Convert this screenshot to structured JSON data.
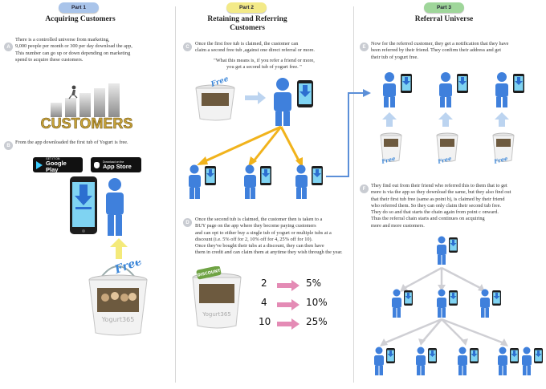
{
  "parts": [
    {
      "pill": "Part 1",
      "title": "Acquiring Customers",
      "pill_color": "#a9c4ea"
    },
    {
      "pill": "Part 2",
      "title": "Retaining and Referring Customers",
      "pill_color": "#f3ea88"
    },
    {
      "pill": "Part 3",
      "title": "Referral Universe",
      "pill_color": "#9fd69a"
    }
  ],
  "steps": {
    "a": {
      "letter": "A",
      "text": "There is a controlled universe from marketing,\n9,000 people per month or 300 per day download the app,\nThis number can go up or down depending on marketing\nspend to acquire these customers."
    },
    "b": {
      "letter": "B",
      "text": "From the app downloaded the first tub of Yogurt is free."
    },
    "c": {
      "letter": "C",
      "text": "Once the first free tub is claimed, the customer can\nclaim a second free tub ,against one direct referral or more.",
      "quote": "\"What this means is, if you refer a friend or more,\nyou get a second tub of yogurt free. \""
    },
    "d": {
      "letter": "D",
      "text": "Once the second tub is claimed, the customer then is taken to a\nBUY page on the app where they become paying customers\nand can opt to either buy a single tub of yogurt or multiple tubs at a\ndiscount (i.e. 5% off for 2, 10% off for 4, 25% off for 10).\nOnce they've bought their tubs at a discount, they can then have\nthem in credit and can claim them at anytime they wish through the year."
    },
    "e": {
      "letter": "E",
      "text": "Now for the referred customer, they get a notification that they have\nbeen referred by their friend. They confirm their address and get\ntheir tub of yogurt free."
    },
    "f": {
      "letter": "F",
      "text": "They find out from their friend who referred this to them that to get\nmore is via the app so they download the same, but they also find out\nthat their first tub free (same as point b), is claimed by their friend\nwho referred them. So they can only claim their second tub free.\nThey do so and that starts the chain again from point c onward.\nThus the referral chain starts and continues on acquiring\nmore and more customers."
    }
  },
  "customers_logo": "CUSTOMERS",
  "badges": {
    "google_small": "GET IT ON",
    "google_big": "Google Play",
    "apple_small": "Download on the",
    "apple_big": "App Store"
  },
  "tub": {
    "free_label": "Free",
    "brand": "Yogurt365",
    "discount_label": "DISCOUNT"
  },
  "discount_offers": [
    {
      "qty": "2",
      "pct": "5%"
    },
    {
      "qty": "4",
      "pct": "10%"
    },
    {
      "qty": "10",
      "pct": "25%"
    }
  ],
  "colors": {
    "person": "#3f80dc",
    "arrow_light": "#bcd4f0",
    "arrow_orange": "#f1b31c",
    "arrow_blue": "#5b8fd8",
    "arrow_pink": "#e48bb5",
    "arrow_yellow": "#f4ea7a",
    "tree_arrow": "#cfcfd4",
    "gold": "#c9a43a"
  }
}
